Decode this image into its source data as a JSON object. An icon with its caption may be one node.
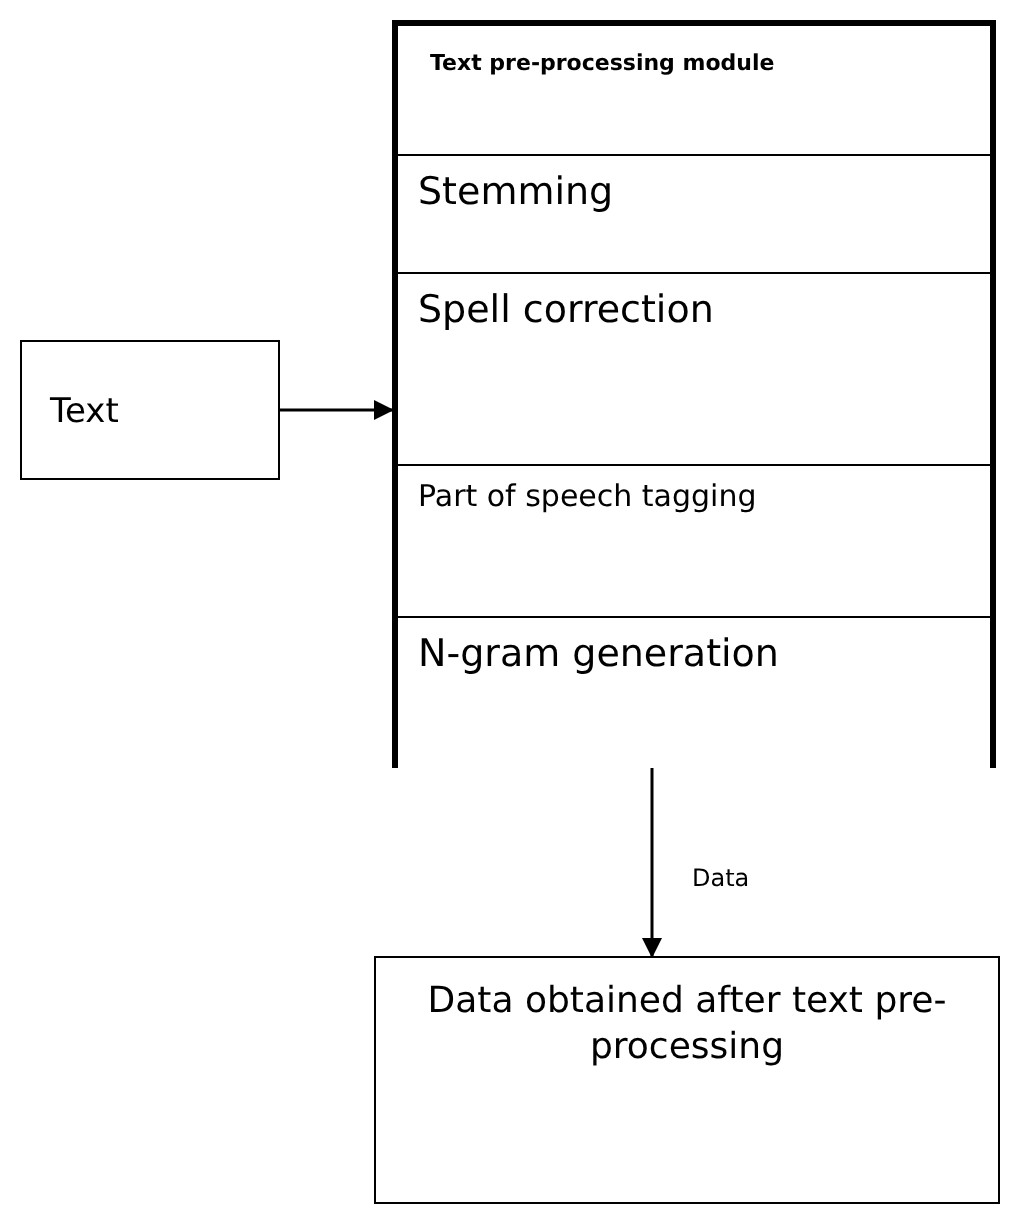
{
  "diagram": {
    "nodes": [
      {
        "text": [
          "Text"
        ]
      },
      {
        "text": [
          "Text pre-processing module"
        ]
      },
      {
        "text": [
          "Stemming"
        ],
        "in": 1
      },
      {
        "text": [
          "Spell correction"
        ],
        "in": 1
      },
      {
        "text": [
          "Part of speech tagging"
        ],
        "in": 1
      },
      {
        "text": [
          "N-gram generation"
        ],
        "in": 1
      },
      {
        "text": [
          "Data obtained after text pre-processing"
        ]
      }
    ],
    "edges": [
      {
        "from": 0,
        "to": 1,
        "arrow": "to"
      },
      {
        "from": 1,
        "to": 6,
        "arrow": "to",
        "label": "Data"
      }
    ]
  }
}
